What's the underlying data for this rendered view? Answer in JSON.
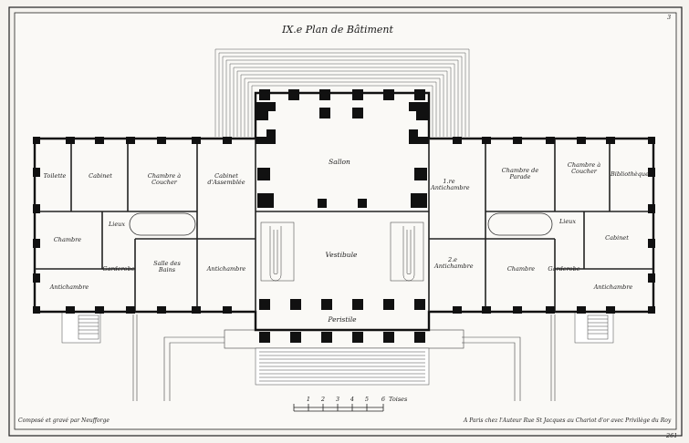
{
  "title": "IX.e Plan de Bâtiment",
  "plate_number": "3",
  "page_number": "261",
  "credit_left": "Composé et gravé par Neufforge",
  "credit_right": "A Paris chez l'Auteur Rue St Jacques au Chariot d'or avec Privilège du Roy",
  "scale": {
    "numbers": [
      "1",
      "2",
      "3",
      "4",
      "5",
      "6"
    ],
    "unit": "Toises"
  },
  "rooms": {
    "toilette": "Toilette",
    "cabinet_l": "Cabinet",
    "chambre_coucher_l": "Chambre à Coucher",
    "cabinet_assemblee": "Cabinet d'Assemblée",
    "sallon": "Sallon",
    "antichambre_1": "1.re Antichambre",
    "chambre_parade": "Chambre de Parade",
    "chambre_coucher_r": "Chambre à Coucher",
    "bibliotheque": "Bibliothèque",
    "chambre_l": "Chambre",
    "lieux_l": "Lieux",
    "garderobe_l": "Garderobe",
    "salle_bains": "Salle des Bains",
    "antichambre_l_mid": "Antichambre",
    "antichambre_l_low": "Antichambre",
    "vestibule": "Vestibule",
    "antichambre_2": "2.e Antichambre",
    "chambre_r": "Chambre",
    "garderobe_r": "Garderobe",
    "lieux_r": "Lieux",
    "cabinet_r": "Cabinet",
    "antichambre_r_low": "Antichambre",
    "peristile": "Peristile"
  }
}
